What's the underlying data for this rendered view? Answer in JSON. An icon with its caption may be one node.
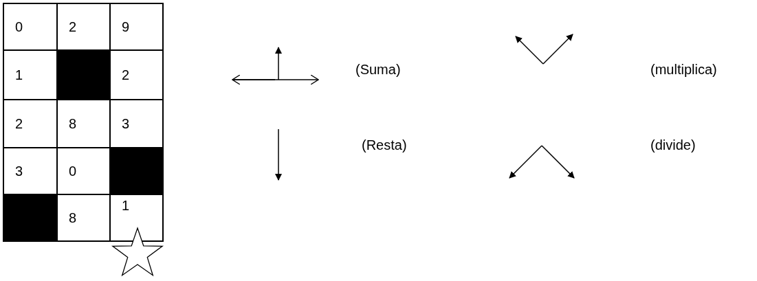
{
  "diagram": {
    "labels": [
      "0",
      "2",
      "9",
      "1",
      "2",
      "2",
      "8",
      "3",
      "3",
      "0",
      "8",
      "1",
      "(Suma)",
      "(multiplica)",
      "(Resta)",
      "(divide)"
    ]
  }
}
